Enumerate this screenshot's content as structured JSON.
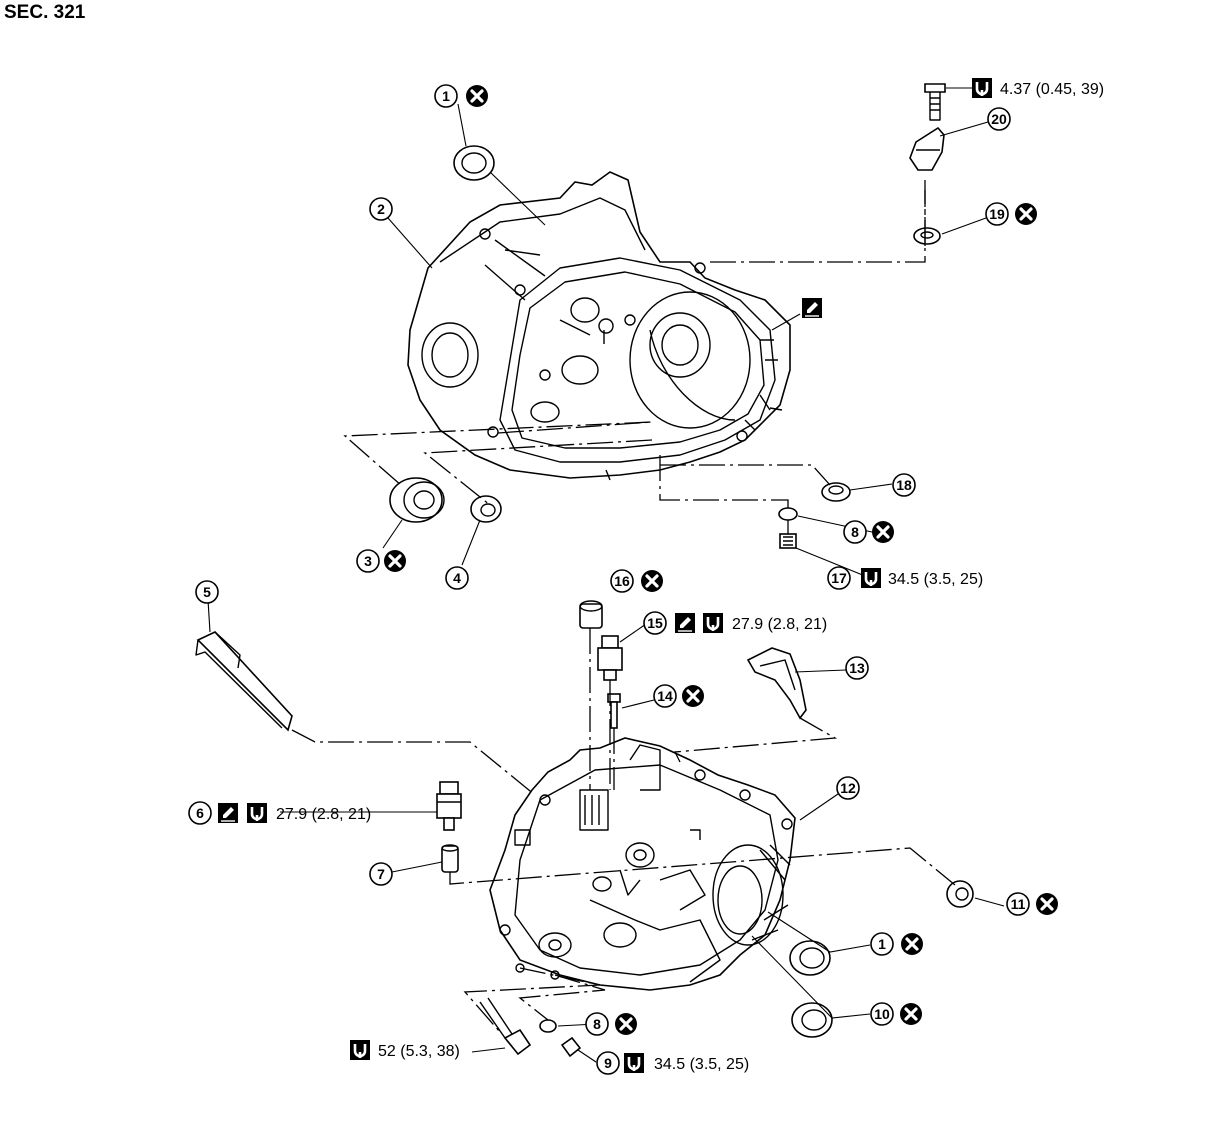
{
  "section_label": "SEC. 321",
  "callouts": [
    {
      "id": "c1a",
      "number": "1"
    },
    {
      "id": "c2",
      "number": "2"
    },
    {
      "id": "c3",
      "number": "3"
    },
    {
      "id": "c4",
      "number": "4"
    },
    {
      "id": "c5",
      "number": "5"
    },
    {
      "id": "c6",
      "number": "6"
    },
    {
      "id": "c7",
      "number": "7"
    },
    {
      "id": "c8a",
      "number": "8"
    },
    {
      "id": "c8b",
      "number": "8"
    },
    {
      "id": "c9",
      "number": "9"
    },
    {
      "id": "c10",
      "number": "10"
    },
    {
      "id": "c11",
      "number": "11"
    },
    {
      "id": "c1b",
      "number": "1"
    },
    {
      "id": "c12",
      "number": "12"
    },
    {
      "id": "c13",
      "number": "13"
    },
    {
      "id": "c14",
      "number": "14"
    },
    {
      "id": "c15",
      "number": "15"
    },
    {
      "id": "c16",
      "number": "16"
    },
    {
      "id": "c17",
      "number": "17"
    },
    {
      "id": "c18",
      "number": "18"
    },
    {
      "id": "c19",
      "number": "19"
    },
    {
      "id": "c20",
      "number": "20"
    }
  ],
  "torque_specs": {
    "bolt_20": "4.37 (0.45, 39)",
    "plug_17": "34.5 (3.5, 25)",
    "switch_15": "27.9 (2.8, 21)",
    "switch_6": "27.9 (2.8, 21)",
    "bolt_lower": "52 (5.3, 38)",
    "plug_9": "34.5 (3.5, 25)"
  },
  "icons": {
    "replace": "x-circle-icon",
    "torque": "torque-wrench-icon",
    "sealant": "sealant-icon"
  }
}
